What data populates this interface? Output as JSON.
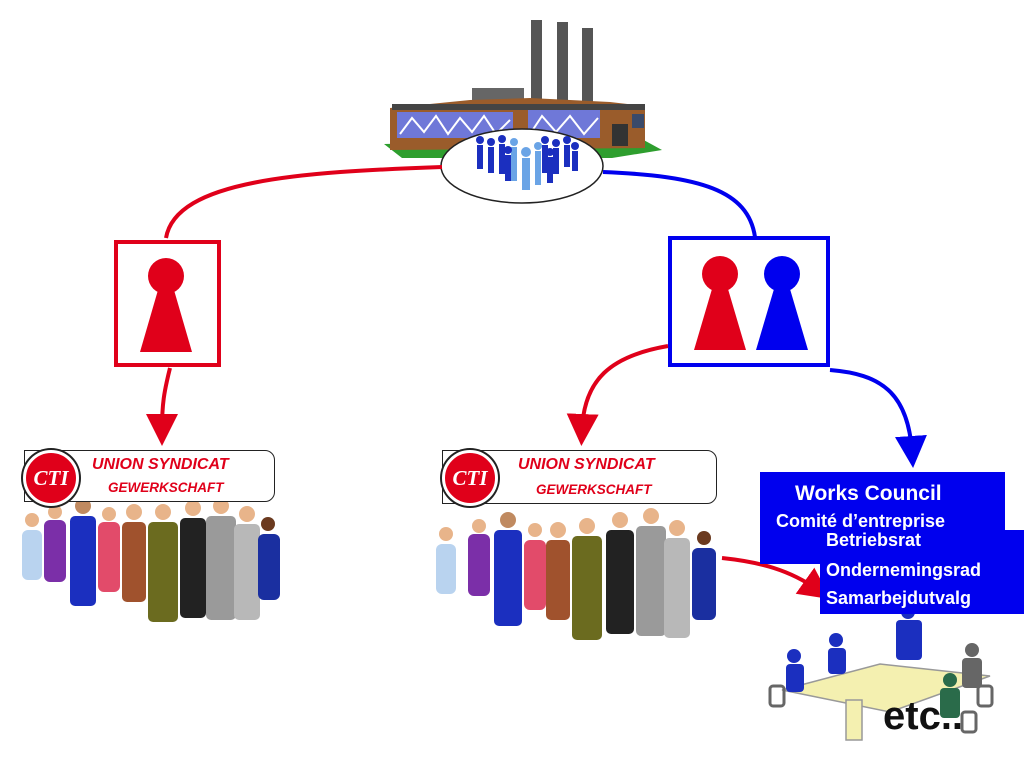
{
  "colors": {
    "red": "#e0001a",
    "blue": "#0000ee"
  },
  "left_union": {
    "badge": "CTI",
    "title": "UNION SYNDICAT",
    "subtitle": "GEWERKSCHAFT"
  },
  "right_union": {
    "badge": "CTI",
    "title": "UNION SYNDICAT",
    "subtitle": "GEWERKSCHAFT"
  },
  "works_council": {
    "names": [
      "Works Council",
      "Comité d’entreprise",
      "Betriebsrat",
      "Ondernemingsrad",
      "Samarbejdutvalg"
    ]
  },
  "etc_label": "etc..",
  "icons": [
    "factory-icon",
    "worker-crowd-icon",
    "person-pawn-icon",
    "people-group-icon",
    "meeting-table-icon"
  ]
}
